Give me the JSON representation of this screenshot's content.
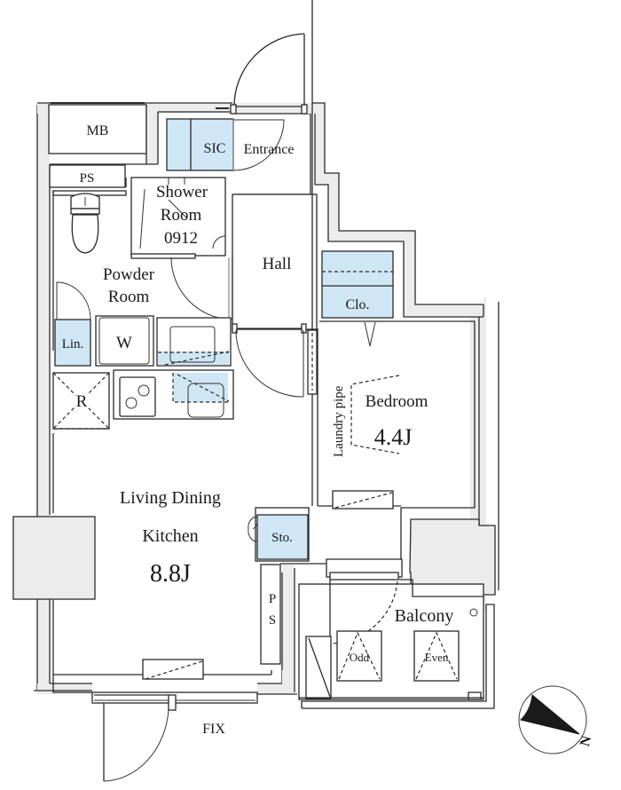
{
  "floor_plan": {
    "rooms": {
      "mb": "MB",
      "ps_top": "PS",
      "sic": "SIC",
      "entrance": "Entrance",
      "shower_room": [
        "Shower",
        "Room",
        "0912"
      ],
      "hall": "Hall",
      "powder_room": [
        "Powder",
        "Room"
      ],
      "closet": "Clo.",
      "linen": "Lin.",
      "washer": "W",
      "refrigerator": "R",
      "laundry_pipe": "Laundry pipe",
      "bedroom": "Bedroom",
      "bedroom_size": "4.4J",
      "ldk": [
        "Living Dining",
        "Kitchen"
      ],
      "ldk_size": "8.8J",
      "storage": "Sto.",
      "ps_bottom": "PS",
      "balcony": "Balcony",
      "odd": "Odd",
      "even": "Even",
      "fix": "FIX"
    },
    "compass": {
      "label": "N"
    },
    "colors": {
      "storage_fill": "#cfe6f5",
      "wall_fill": "#ececec",
      "line": "#2a2a2a"
    }
  }
}
